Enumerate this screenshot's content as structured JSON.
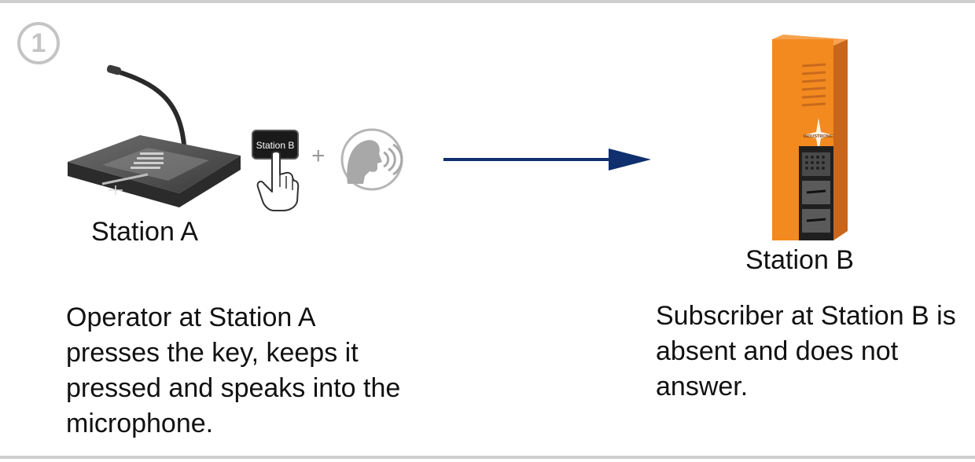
{
  "step": {
    "number": "1"
  },
  "station_a": {
    "label": "Station A",
    "key_label": "Station B",
    "description": "Operator at Station A presses the key, keeps it pressed and speaks into the microphone."
  },
  "plus_sign": "+",
  "station_b": {
    "label": "Station B",
    "brand": "INDUSTRONIC",
    "description": "Subscriber at Station B is absent and does not answer."
  },
  "colors": {
    "arrow": "#0f2f6e",
    "station_b_body": "#f28a1f",
    "divider": "#cfcfcf",
    "badge": "#c4c4c4"
  },
  "icons": {
    "key_press": "finger-press-icon",
    "speech": "speaking-head-icon",
    "arrow": "right-arrow-icon"
  }
}
